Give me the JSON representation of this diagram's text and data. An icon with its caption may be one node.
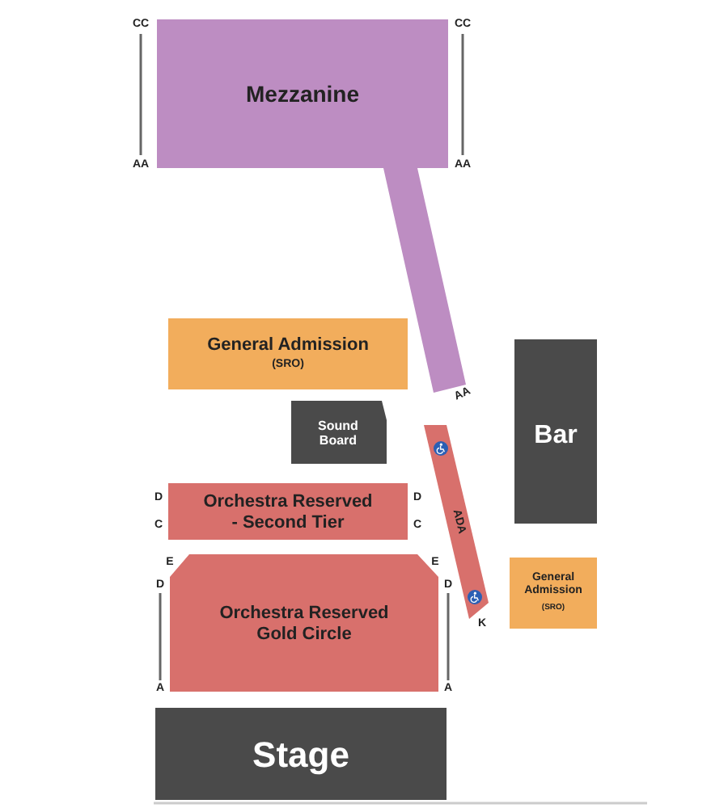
{
  "diagram": {
    "nodes": [
      {
        "text": [
          "Mezzanine"
        ],
        "beside": [
          "CC",
          "CC",
          "AA",
          "AA",
          "AA"
        ]
      },
      {
        "text": [
          "General Admission",
          "(SRO)"
        ]
      },
      {
        "text": [
          "Bar"
        ]
      },
      {
        "text": [
          "Sound Board"
        ]
      },
      {
        "text": [
          "ADA"
        ],
        "beside": [
          "K"
        ]
      },
      {
        "text": [
          "Orchestra Reserved - Second Tier"
        ],
        "beside": [
          "D",
          "D",
          "C",
          "C"
        ]
      },
      {
        "text": [
          "Orchestra Reserved Gold Circle"
        ],
        "beside": [
          "E",
          "E",
          "D",
          "D",
          "A",
          "A"
        ]
      },
      {
        "text": [
          "General Admission",
          "(SRO)"
        ]
      },
      {
        "text": [
          "Stage"
        ]
      }
    ]
  }
}
